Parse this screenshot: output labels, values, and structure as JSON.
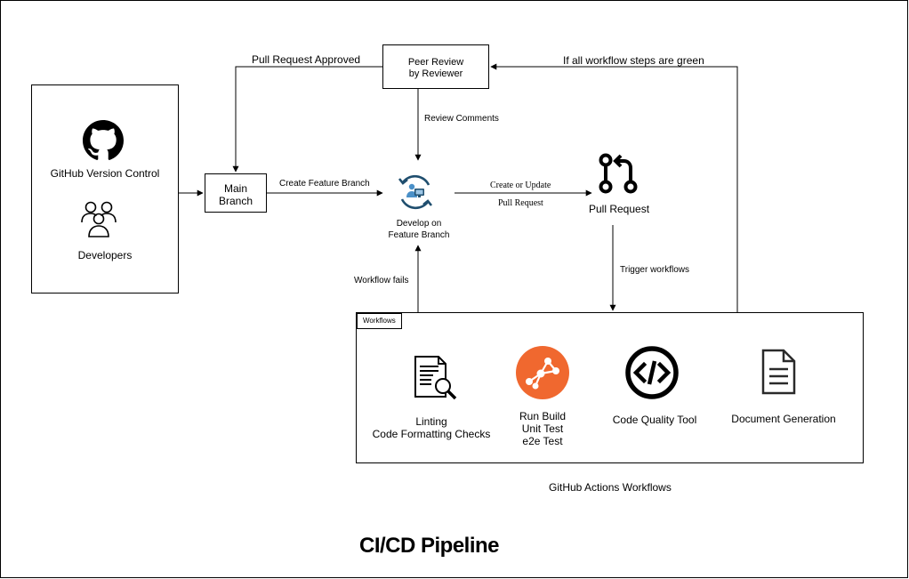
{
  "diagram": {
    "title": "CI/CD Pipeline",
    "source_panel": {
      "github_label": "GitHub Version Control",
      "developers_label": "Developers",
      "github_icon": "github-icon",
      "developers_icon": "people-icon"
    },
    "main_branch": {
      "line1": "Main",
      "line2": "Branch"
    },
    "peer_review": {
      "line1": "Peer Review",
      "line2": "by Reviewer"
    },
    "develop": {
      "line1": "Develop on",
      "line2": "Feature Branch",
      "icon": "sync-developer-icon"
    },
    "pull_request": {
      "label": "Pull Request",
      "icon": "git-pull-request-icon"
    },
    "edges": {
      "pull_request_approved": "Pull Request Approved",
      "all_green": "If all workflow steps are green",
      "review_comments": "Review Comments",
      "create_feature_branch": "Create Feature Branch",
      "create_or_update": "Create or Update",
      "pull_request": "Pull Request",
      "trigger_workflows": "Trigger workflows",
      "workflow_fails": "Workflow fails"
    },
    "workflows": {
      "tab": "Workflows",
      "caption": "GitHub Actions Workflows",
      "items": [
        {
          "lines": [
            "Linting",
            "Code Formatting Checks"
          ],
          "icon": "document-search-icon"
        },
        {
          "lines": [
            "Run Build",
            "Unit Test",
            "e2e Test"
          ],
          "icon": "build-pipeline-icon"
        },
        {
          "lines": [
            "Code Quality Tool"
          ],
          "icon": "code-icon"
        },
        {
          "lines": [
            "Document Generation"
          ],
          "icon": "document-icon"
        }
      ]
    },
    "colors": {
      "build_icon": "#F0682F",
      "develop_icon": "#1F4E6E",
      "develop_accent": "#4A90C8",
      "line": "#000000"
    }
  }
}
